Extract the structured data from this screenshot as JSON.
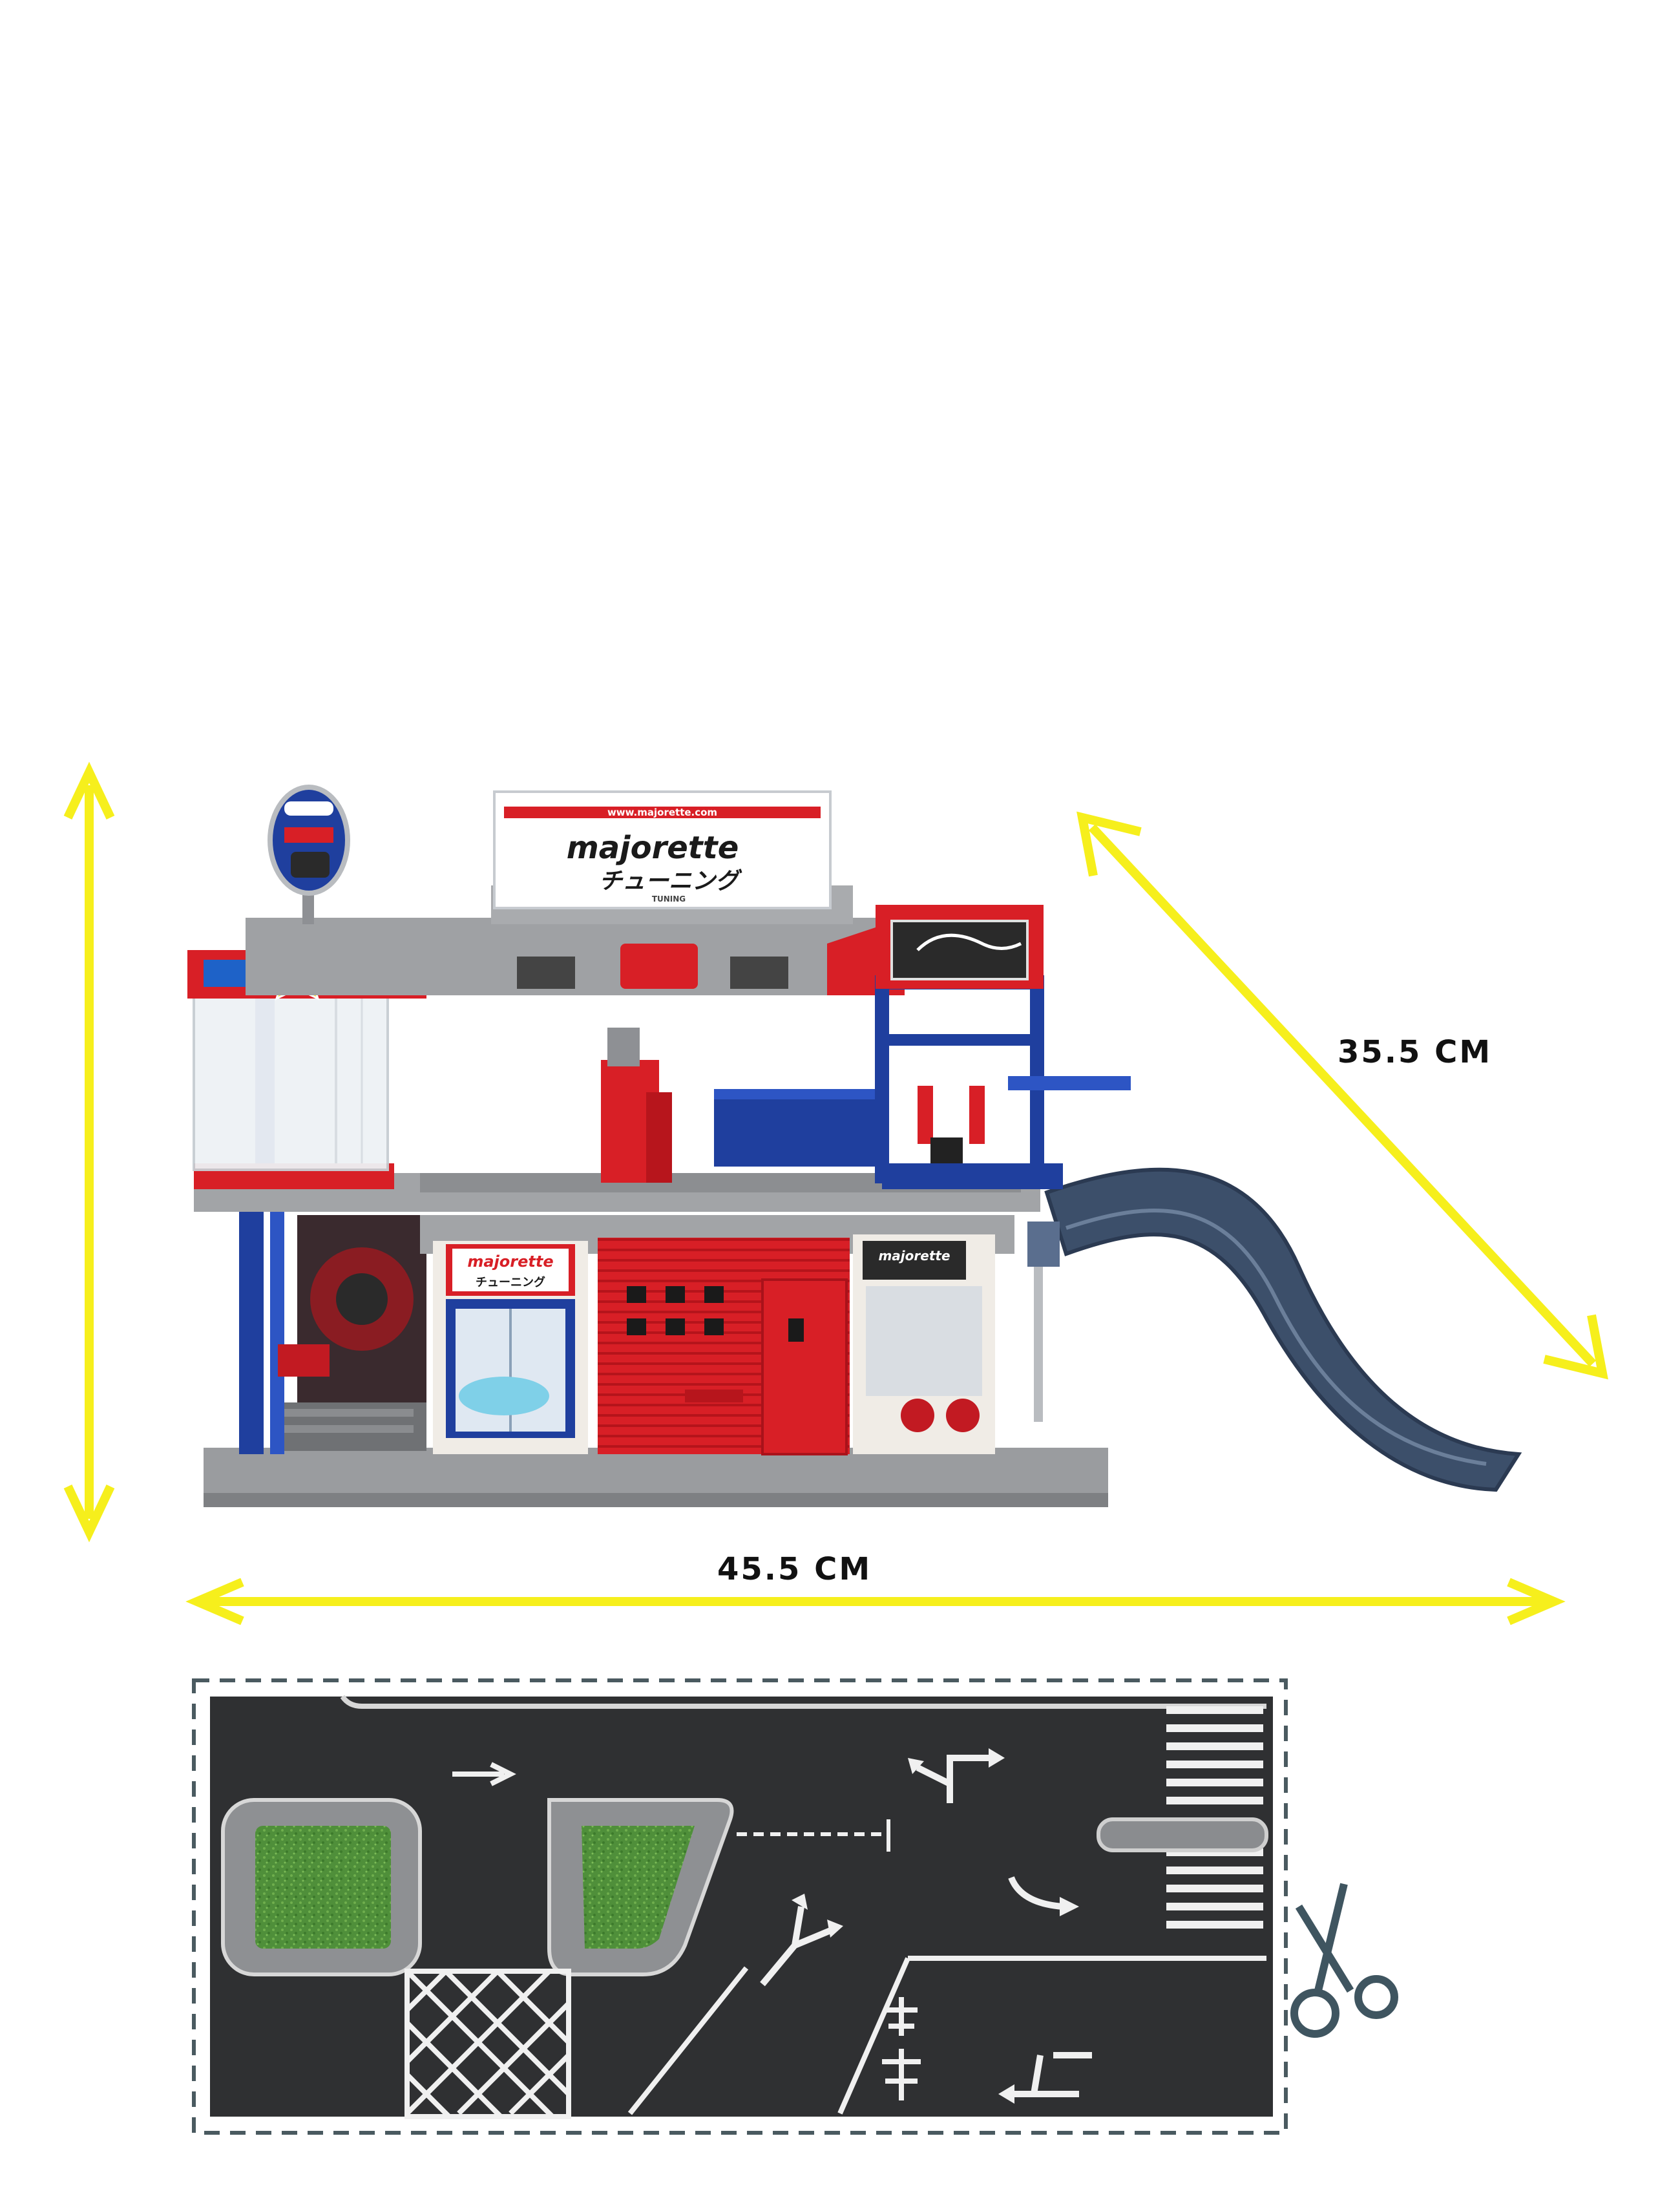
{
  "dimensions": {
    "depth_label": "35.5 CM",
    "width_label": "45.5 CM"
  },
  "playset": {
    "website_text": "www.majorette.com",
    "brand_logo_text": "majorette",
    "japanese_text": "チューニング",
    "tuning_text": "TUNING",
    "colors": {
      "red": "#e01e26",
      "blue": "#1f3f9e",
      "gray": "#9a9c9f",
      "ramp": "#3c4f6a"
    }
  },
  "mat": {
    "colors": {
      "asphalt": "#2f3032",
      "grass": "#4f8f3a",
      "outline": "#4a5a60"
    },
    "icon": "scissors-icon"
  },
  "colors": {
    "arrow": "#f6ef1c"
  }
}
